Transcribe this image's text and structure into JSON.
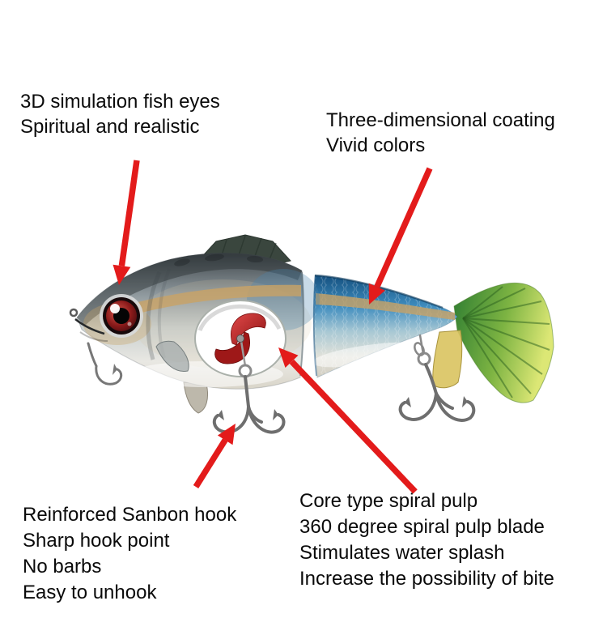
{
  "colors": {
    "arrow_red": "#e31b1b",
    "text": "#0a0a0a",
    "background": "#ffffff",
    "lure_blue": "#3e8cbe",
    "lure_gold": "#c9a365",
    "tail_green": "#7cb342",
    "blade_red": "#b22020"
  },
  "subject": {
    "name": "jointed-swimbait-fishing-lure"
  },
  "annotations": {
    "fish_eyes": {
      "lines": [
        "3D simulation fish eyes",
        "Spiritual and realistic"
      ]
    },
    "coating": {
      "lines": [
        "Three-dimensional coating",
        "Vivid colors"
      ]
    },
    "hook": {
      "lines": [
        "Reinforced Sanbon hook",
        "Sharp hook point",
        "No barbs",
        "Easy to unhook"
      ]
    },
    "spiral": {
      "lines": [
        "Core type spiral pulp",
        "360 degree spiral pulp blade",
        "Stimulates water splash",
        "Increase the possibility of bite"
      ]
    }
  }
}
